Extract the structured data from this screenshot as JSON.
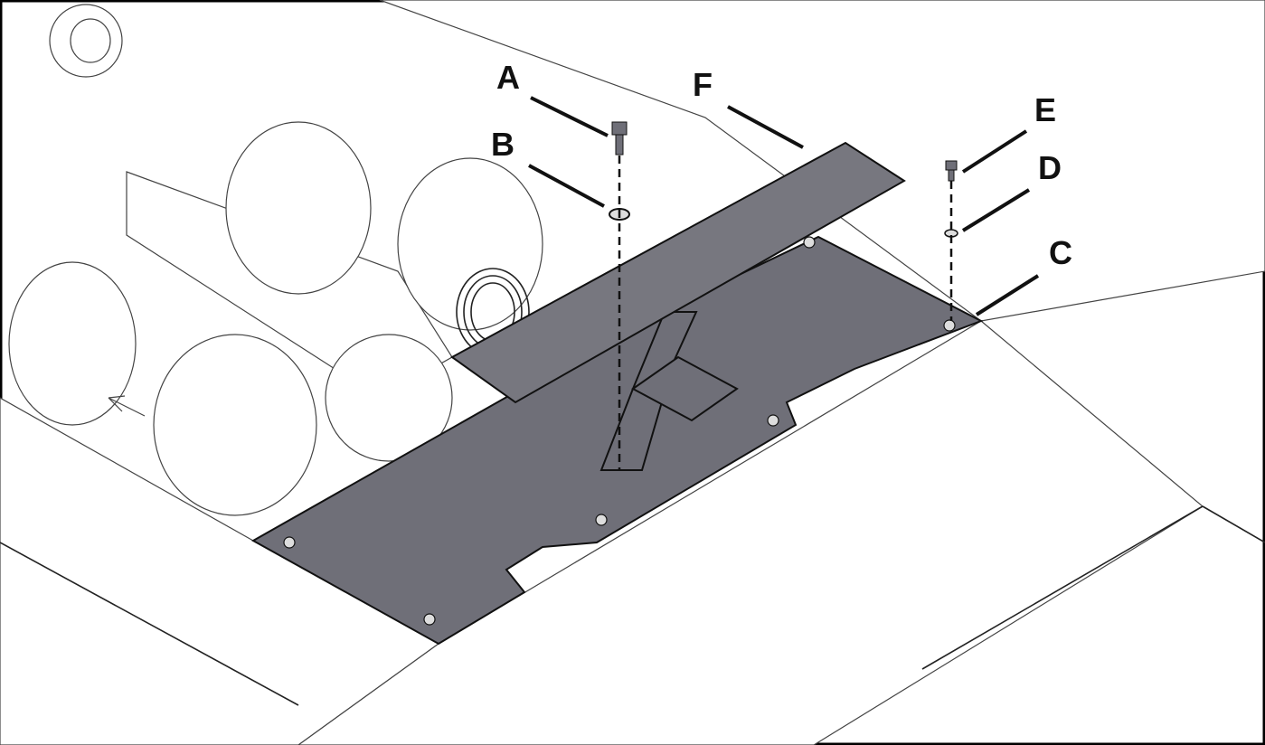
{
  "diagram": {
    "callouts": {
      "a": "A",
      "b": "B",
      "c": "C",
      "d": "D",
      "e": "E",
      "f": "F"
    },
    "colors": {
      "plate": "#6f6f78",
      "bracket": "#77777f",
      "line": "#222222"
    }
  }
}
